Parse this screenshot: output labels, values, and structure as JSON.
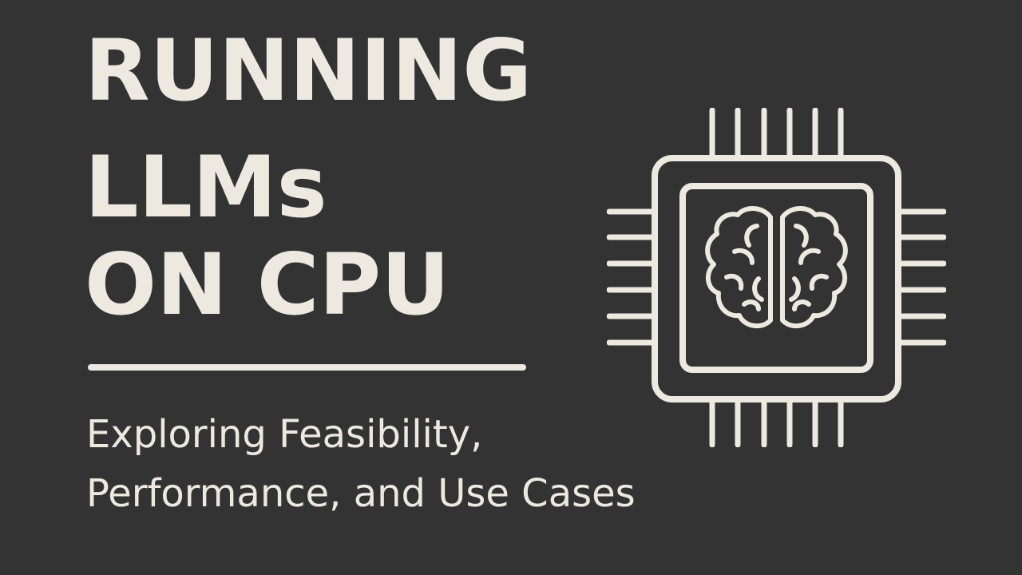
{
  "title": {
    "line1": "RUNNING",
    "line2": "LLMs",
    "line3": "ON CPU"
  },
  "subtitle": {
    "line1": "Exploring Feasibility,",
    "line2": "Performance, and Use Cases"
  },
  "colors": {
    "background": "#333333",
    "foreground": "#ede9e1"
  },
  "icons": {
    "illustration": "cpu-chip-with-brain-icon"
  }
}
